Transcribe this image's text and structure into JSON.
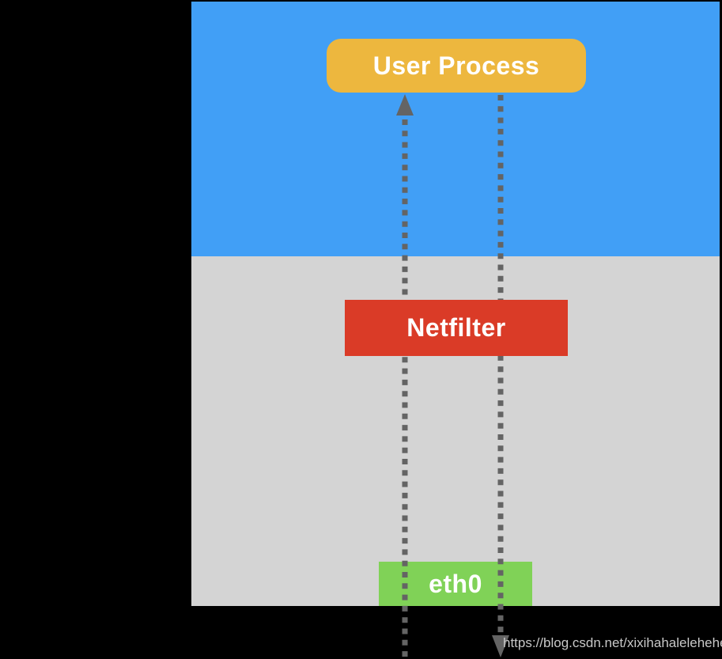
{
  "colors": {
    "background": "#000000",
    "user_space_panel": "#419FF6",
    "kernel_space_panel": "#D4D4D4",
    "user_process_box": "#EDB73E",
    "netfilter_box": "#DA3B27",
    "eth0_box": "#80D257",
    "flow_line": "#646464",
    "box_text": "#FFFFFF",
    "watermark_text": "#C8C8C8"
  },
  "nodes": {
    "user_process": {
      "label": "User Process"
    },
    "netfilter": {
      "label": "Netfilter"
    },
    "eth0": {
      "label": "eth0"
    }
  },
  "flows": {
    "inbound": {
      "style": "dotted",
      "direction": "up"
    },
    "outbound": {
      "style": "dotted",
      "direction": "down"
    }
  },
  "watermark": {
    "text": "https://blog.csdn.net/xixihahalelehehe"
  }
}
